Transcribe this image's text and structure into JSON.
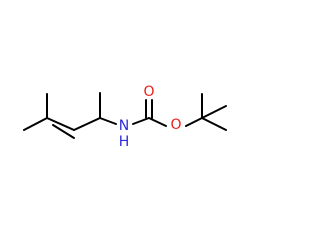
{
  "molecule": {
    "atoms": [
      {
        "symbol": "N",
        "color": "#2b2bd9"
      },
      {
        "symbol": "H",
        "color": "#2b2bd9"
      },
      {
        "symbol": "O",
        "color": "#e8201a"
      },
      {
        "symbol": "O",
        "color": "#e8201a"
      }
    ]
  }
}
